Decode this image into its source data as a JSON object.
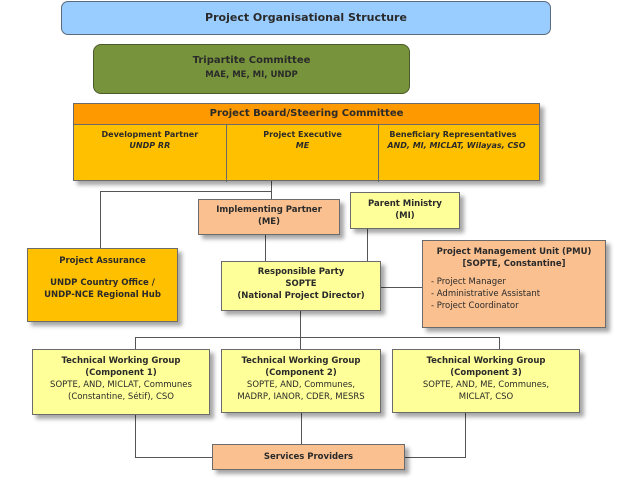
{
  "title": "Project Organisational Structure",
  "tripartite": {
    "title": "Tripartite Committee",
    "members": "MAE, ME, MI, UNDP"
  },
  "board": {
    "title": "Project Board/Steering Committee",
    "columns": [
      {
        "role": "Development Partner",
        "members": "UNDP RR"
      },
      {
        "role": "Project Executive",
        "members": "ME"
      },
      {
        "role": "Beneficiary Representatives",
        "members": "AND, MI, MICLAT, Wilayas, CSO"
      }
    ]
  },
  "implementing_partner": {
    "title": "Implementing Partner",
    "sub": "(ME)"
  },
  "parent_ministry": {
    "title": "Parent Ministry",
    "sub": "(MI)"
  },
  "assurance": {
    "title": "Project Assurance",
    "line1": "UNDP Country Office /",
    "line2": "UNDP-NCE Regional Hub"
  },
  "responsible_party": {
    "title": "Responsible Party",
    "line1": "SOPTE",
    "line2": "(National Project Director)"
  },
  "pmu": {
    "title": "Project Management Unit (PMU)",
    "sub": "[SOPTE, Constantine]",
    "items": [
      "- Project Manager",
      "- Administrative Assistant",
      "- Project Coordinator"
    ]
  },
  "working_groups": [
    {
      "title": "Technical Working Group",
      "component": "(Component 1)",
      "line1": "SOPTE, AND, MICLAT, Communes",
      "line2": "(Constantine, Sétif), CSO"
    },
    {
      "title": "Technical Working Group",
      "component": "(Component 2)",
      "line1": "SOPTE, AND, Communes,",
      "line2": "MADRP, IANOR, CDER, MESRS"
    },
    {
      "title": "Technical Working Group",
      "component": "(Component 3)",
      "line1": "SOPTE, AND, ME, Communes,",
      "line2": "MICLAT, CSO"
    }
  ],
  "services": {
    "title": "Services Providers"
  },
  "colors": {
    "title_bg": "#99ccff",
    "tripartite_bg": "#77933c",
    "board_header": "#ff9900",
    "board_body": "#ffc000",
    "peach": "#fac090",
    "light_yellow": "#ffff99"
  }
}
